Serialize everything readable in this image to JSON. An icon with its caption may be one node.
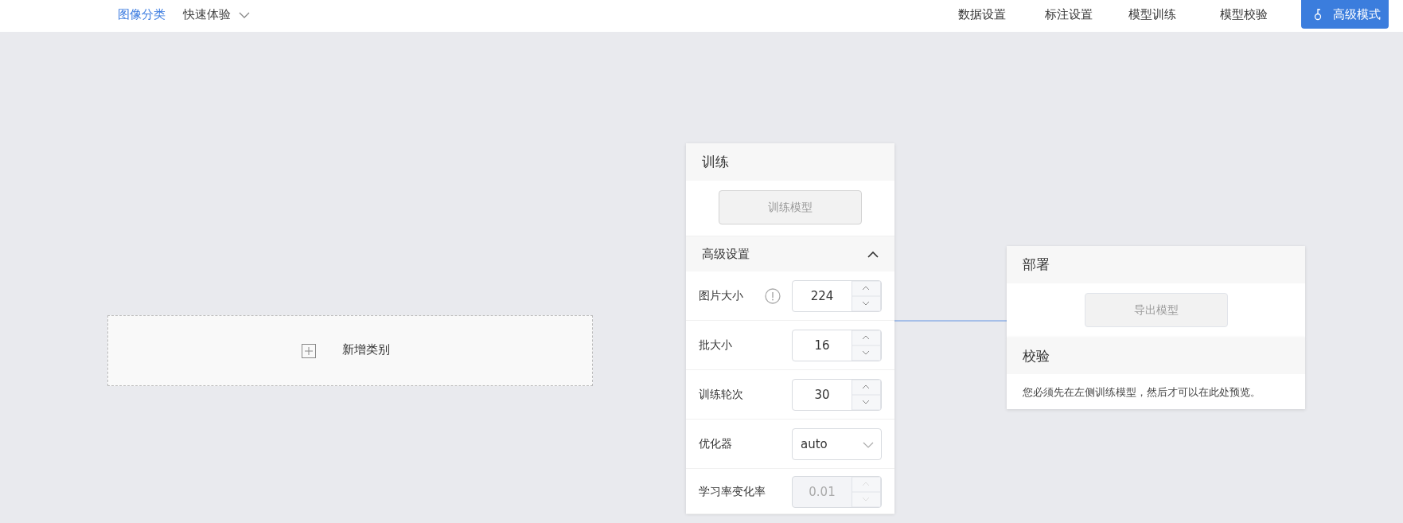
{
  "diagram": {
    "nodes": [
      {
        "text": [
          "新增类别"
        ]
      },
      {
        "text": [
          "训练"
        ]
      },
      {
        "text": [
          "训练模型"
        ],
        "in": 1
      },
      {
        "text": [
          "高级设置"
        ],
        "in": 1
      },
      {
        "text": [
          "图片大小",
          "224"
        ],
        "in": 3
      },
      {
        "text": [
          "批大小",
          "16"
        ],
        "in": 3
      },
      {
        "text": [
          "训练轮次",
          "30"
        ],
        "in": 3
      },
      {
        "text": [
          "优化器",
          "auto"
        ],
        "in": 3
      },
      {
        "text": [
          "学习率变化率",
          "0.01"
        ],
        "in": 3
      },
      {
        "text": [
          "部署"
        ]
      },
      {
        "text": [
          "导出模型"
        ],
        "in": 9
      },
      {
        "text": [
          "校验",
          "您必须先在左侧训练模型，然后才可以在此处预览。"
        ]
      }
    ],
    "edges": [
      {
        "from": 1,
        "to": 9,
        "arrow": "none"
      }
    ],
    "labels": [
      "图像分类",
      "快速体验",
      "数据设置",
      "标注设置",
      "模型训练",
      "模型校验",
      "高级模式"
    ]
  }
}
